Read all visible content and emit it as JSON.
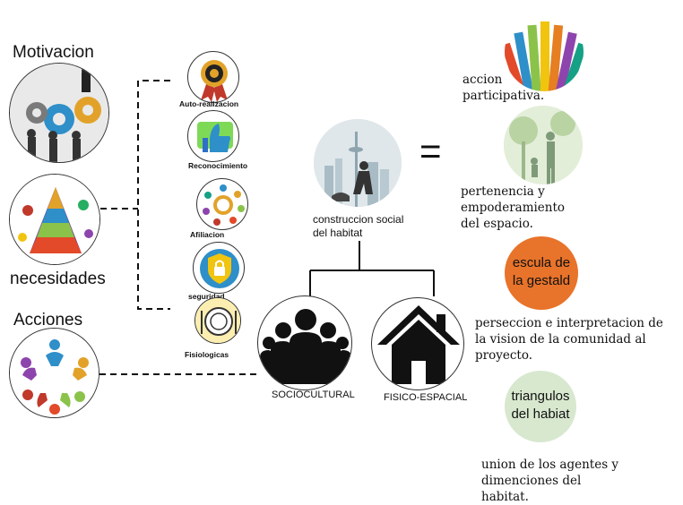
{
  "left": {
    "motivacion_title": "Motivacion",
    "necesidades_title": "necesidades",
    "acciones_title": "Acciones"
  },
  "pyramid": [
    {
      "label": "Auto-realizacion",
      "icon": "medal-icon"
    },
    {
      "label": "Reconocimiento",
      "icon": "thumbs-up-icon"
    },
    {
      "label": "Afiliacion",
      "icon": "people-circle-icon"
    },
    {
      "label": "seguridad",
      "icon": "lock-shield-icon"
    },
    {
      "label": "Fisiologicas",
      "icon": "plate-icon"
    }
  ],
  "center": {
    "main_label": "construccion social\ndel habitat",
    "equals": "=",
    "socio_label": "SOCIOCULTURAL",
    "fisico_label": "FISICO-ESPACIAL"
  },
  "right": {
    "accion_text": "accion\nparticipativa.",
    "pertenencia_text": "pertenencia y\nempoderamiento\ndel espacio.",
    "gestald_circle": "escula de\nla gestald",
    "perseccion_text": "perseccion e interpretacion de\nla vision de la comunidad al\nproyecto.",
    "triangulos_circle": "triangulos\ndel habiat",
    "union_text": "union de los agentes y\ndimenciones del\nhabitat."
  },
  "colors": {
    "orange": "#e8732a",
    "pale_green": "#d8e8cf",
    "sky": "#c9d6dc"
  }
}
